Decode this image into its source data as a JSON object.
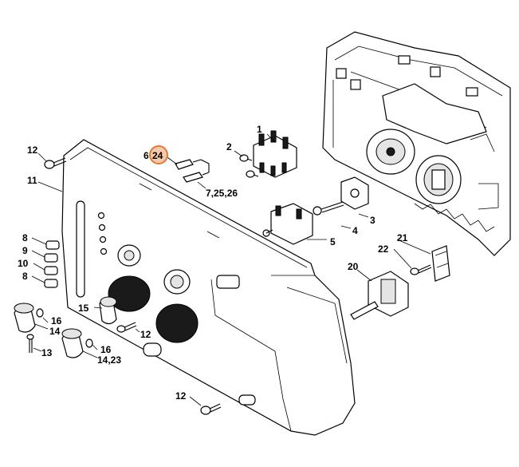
{
  "diagram": {
    "highlight_color": "#e07a3a",
    "labels": {
      "l1": "1",
      "l2": "2",
      "l3": "3",
      "l4": "4",
      "l5": "5",
      "l6": "6",
      "l24": "24",
      "l7_25_26": "7,25,26",
      "l8a": "8",
      "l9": "9",
      "l10": "10",
      "l8b": "8",
      "l11": "11",
      "l12a": "12",
      "l12b": "12",
      "l12c": "12",
      "l13": "13",
      "l14": "14",
      "l14_23": "14,23",
      "l15": "15",
      "l16a": "16",
      "l16b": "16",
      "l20": "20",
      "l21": "21",
      "l22": "22"
    }
  }
}
